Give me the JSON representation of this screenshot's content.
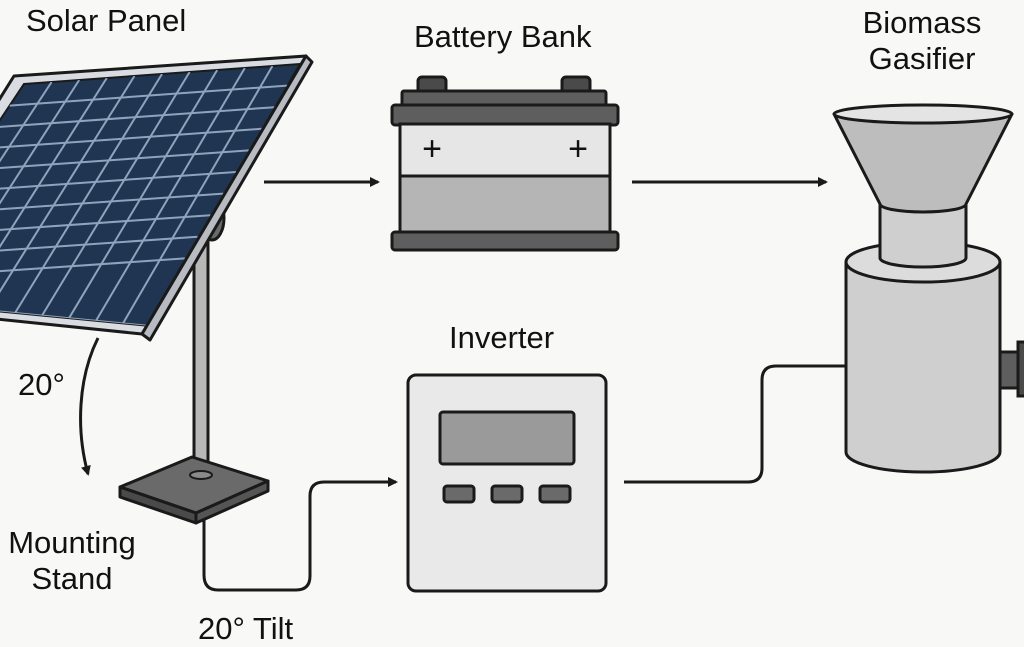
{
  "labels": {
    "solar_panel": "Solar Panel",
    "battery_bank": "Battery Bank",
    "gasifier_line1": "Biomass",
    "gasifier_line2": "Gasifier",
    "inverter": "Inverter",
    "angle": "20°",
    "mount_line1": "Mounting",
    "mount_line2": "Stand",
    "tilt": "20° Tilt"
  },
  "battery": {
    "left_terminal_symbol": "+",
    "right_terminal_symbol": "+"
  },
  "colors": {
    "background": "#f8f8f6",
    "outline": "#1a1a1a",
    "panel_cell": "#1f3552",
    "panel_frame": "#d9dde2",
    "metal_light": "#d6d6d6",
    "metal_mid": "#b8b8b8",
    "metal_dark": "#5e5e5e",
    "inverter_body": "#e9e9e9",
    "inverter_screen": "#9a9a9a"
  },
  "icons": [
    "solar-panel-icon",
    "battery-icon",
    "gasifier-icon",
    "inverter-icon",
    "mounting-stand-icon"
  ]
}
